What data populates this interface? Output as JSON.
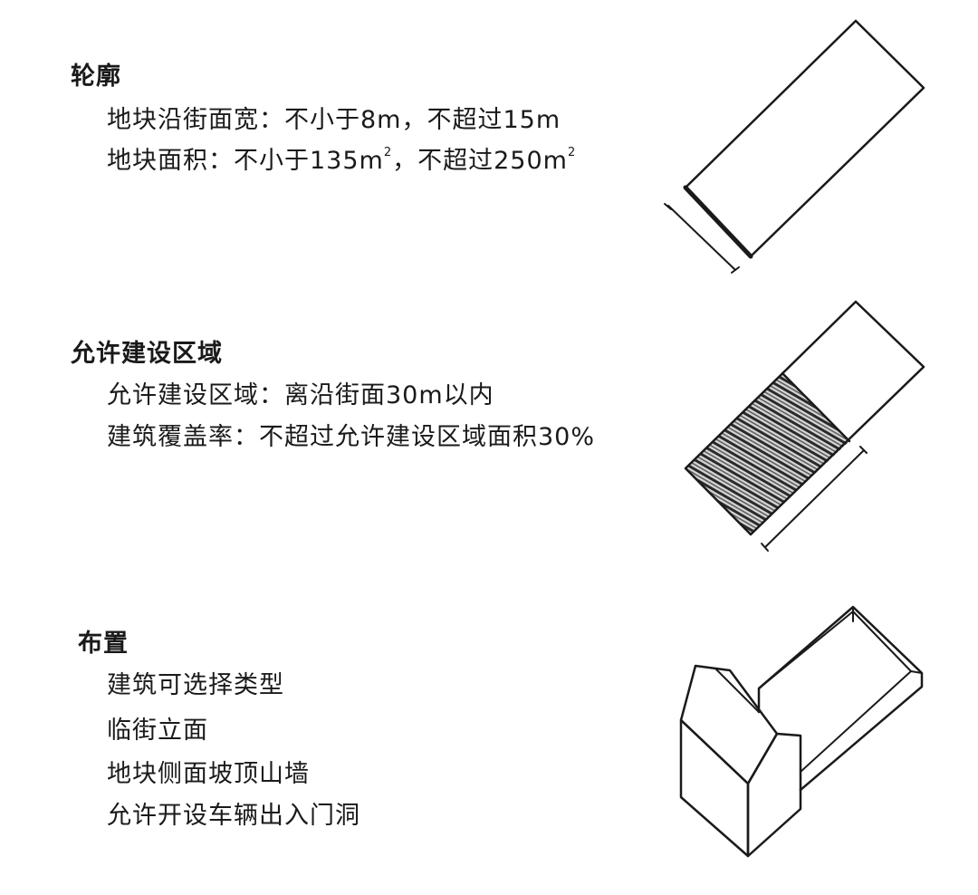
{
  "sections": [
    {
      "heading": "轮廓",
      "lines": [
        {
          "text": "地块沿街面宽：不小于8m，不超过15m"
        },
        {
          "pre": "地块面积：不小于135m",
          "sup1": "2",
          "mid": "，不超过250m",
          "sup2": "2"
        }
      ]
    },
    {
      "heading": "允许建设区域",
      "lines": [
        {
          "text": "允许建设区域：离沿街面30m以内"
        },
        {
          "text": "建筑覆盖率：不超过允许建设区域面积30%"
        }
      ]
    },
    {
      "heading": "布置",
      "lines": [
        {
          "text": "建筑可选择类型"
        },
        {
          "text": "临街立面"
        },
        {
          "text": "地块侧面坡顶山墙"
        },
        {
          "text": "允许开设车辆出入门洞"
        }
      ]
    }
  ]
}
